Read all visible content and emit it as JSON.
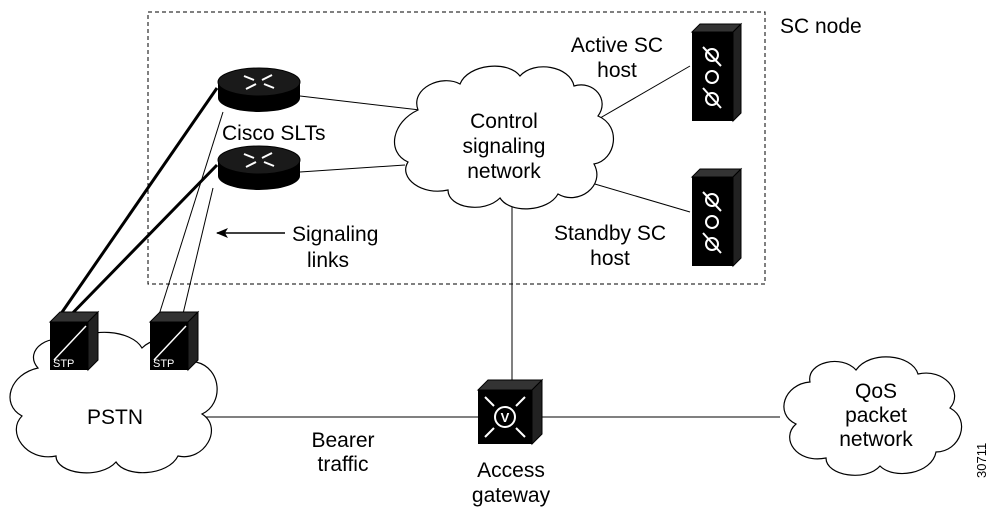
{
  "labels": {
    "sc_node": "SC node",
    "active_sc_host": [
      "Active SC",
      "host"
    ],
    "standby_sc_host": [
      "Standby SC",
      "host"
    ],
    "cisco_slts": "Cisco SLTs",
    "control_network": [
      "Control",
      "signaling",
      "network"
    ],
    "signaling_links": [
      "Signaling",
      "links"
    ],
    "stp": "STP",
    "pstn": "PSTN",
    "bearer_traffic": [
      "Bearer",
      "traffic"
    ],
    "access_gateway": [
      "Access",
      "gateway"
    ],
    "qos_network": [
      "QoS",
      "packet",
      "network"
    ],
    "figure_id": "30711"
  }
}
